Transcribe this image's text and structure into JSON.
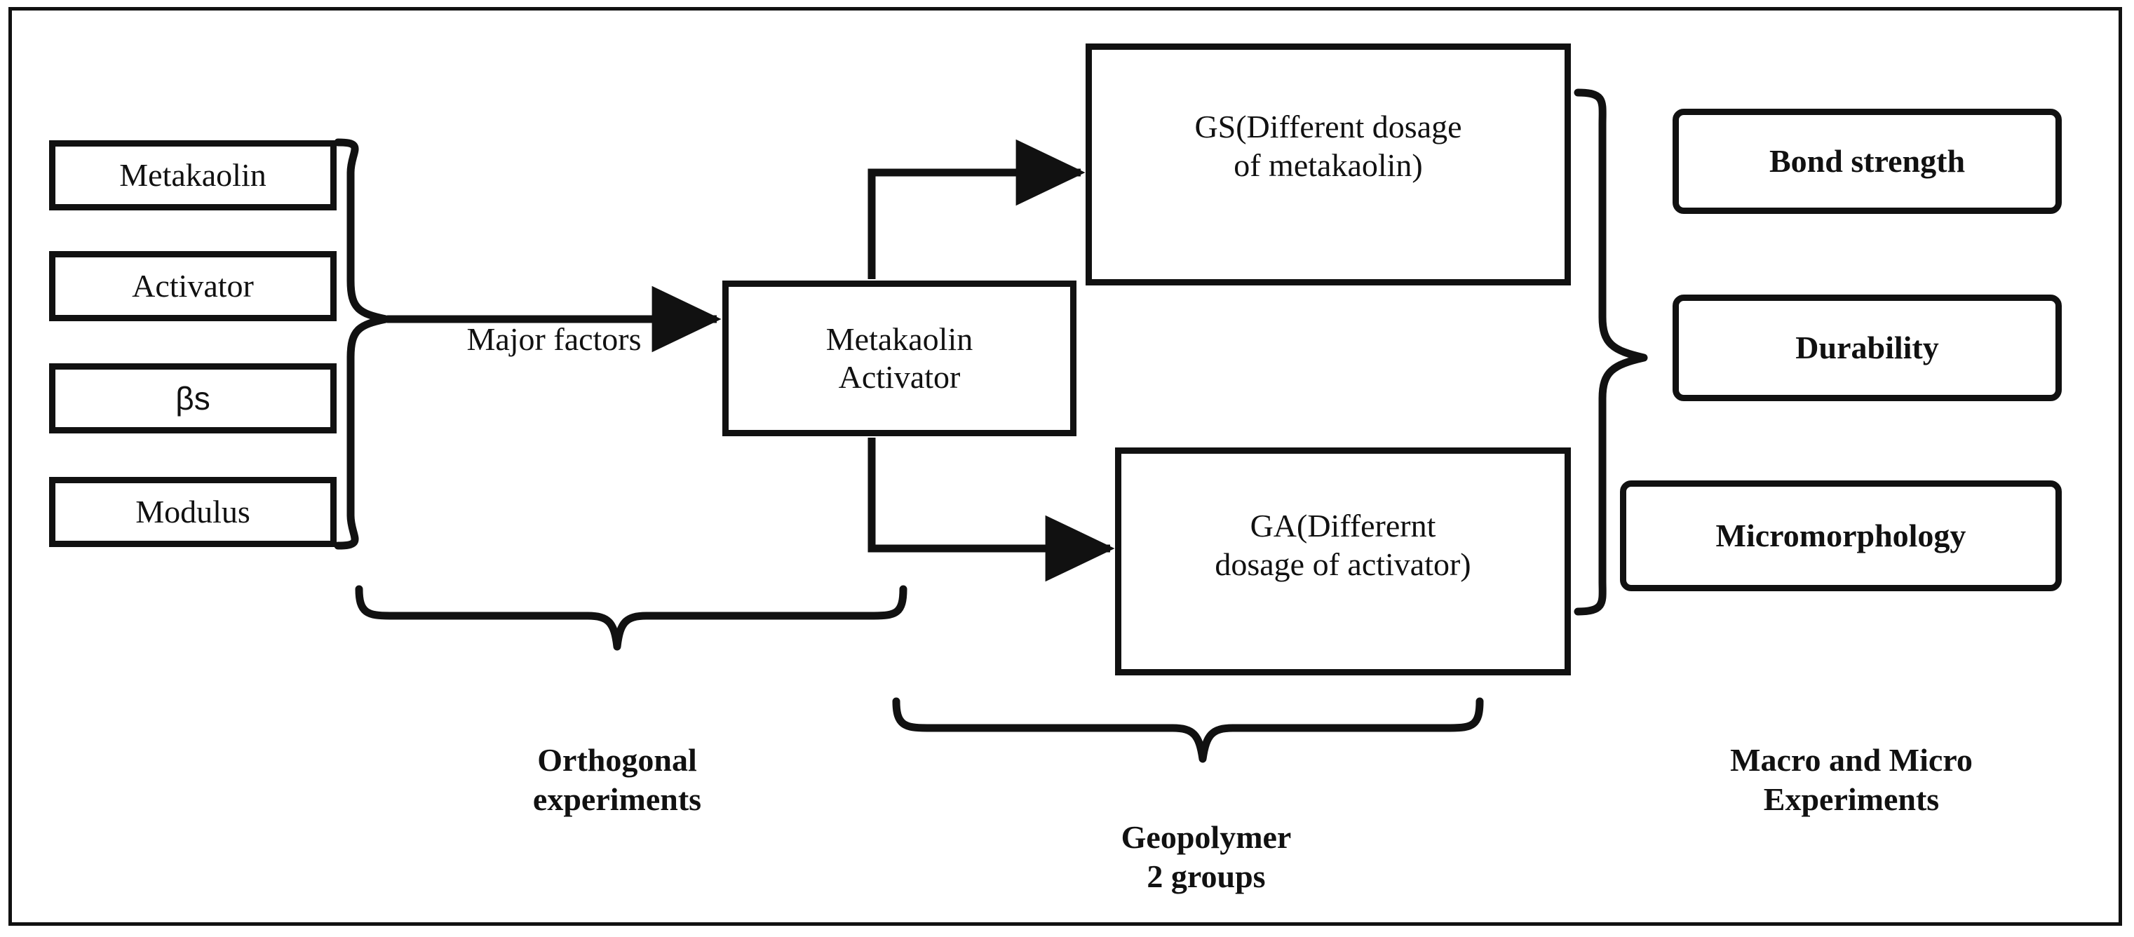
{
  "diagram": {
    "title_present": false,
    "colors": {
      "stroke": "#111111",
      "background": "#ffffff"
    },
    "inputs": {
      "group_label": "factors-group",
      "items": [
        {
          "label": "Metakaolin",
          "style": "serif"
        },
        {
          "label": "Activator",
          "style": "serif"
        },
        {
          "label": "βs",
          "style": "sans"
        },
        {
          "label": "Modulus",
          "style": "serif"
        }
      ]
    },
    "edges": {
      "major_factors_label": "Major factors"
    },
    "process": {
      "line1": "Metakaolin",
      "line2": "Activator"
    },
    "groups": [
      {
        "key": "gs",
        "line1": "GS(Different dosage",
        "line2": "of metakaolin)"
      },
      {
        "key": "ga",
        "line1": "GA(Differernt",
        "line2": "dosage of activator)"
      }
    ],
    "outcomes": [
      {
        "label": "Bond strength"
      },
      {
        "label": "Durability"
      },
      {
        "label": "Micromorphology"
      }
    ],
    "brace_captions": {
      "orthogonal": "Orthogonal\nexperiments",
      "geopolymer": "Geopolymer\n2 groups",
      "macro_micro": "Macro and Micro\nExperiments"
    }
  }
}
